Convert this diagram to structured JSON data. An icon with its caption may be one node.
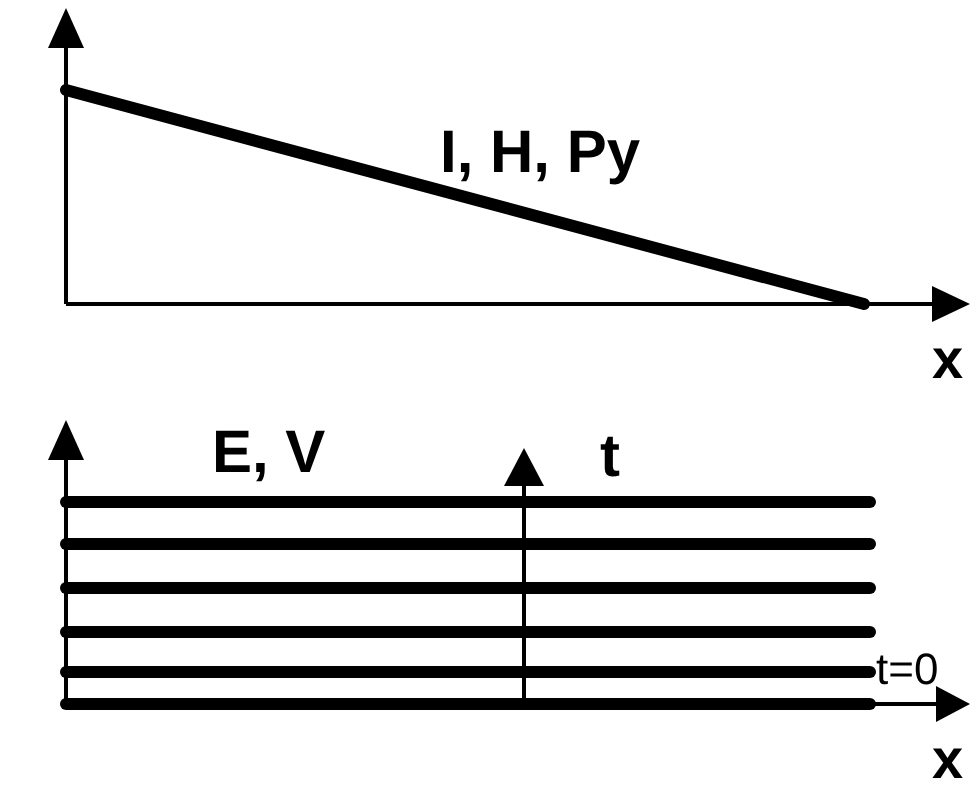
{
  "diagram": {
    "labels": [
      "I, H, Py",
      "x",
      "E, V",
      "t",
      "t=0",
      "x"
    ]
  }
}
